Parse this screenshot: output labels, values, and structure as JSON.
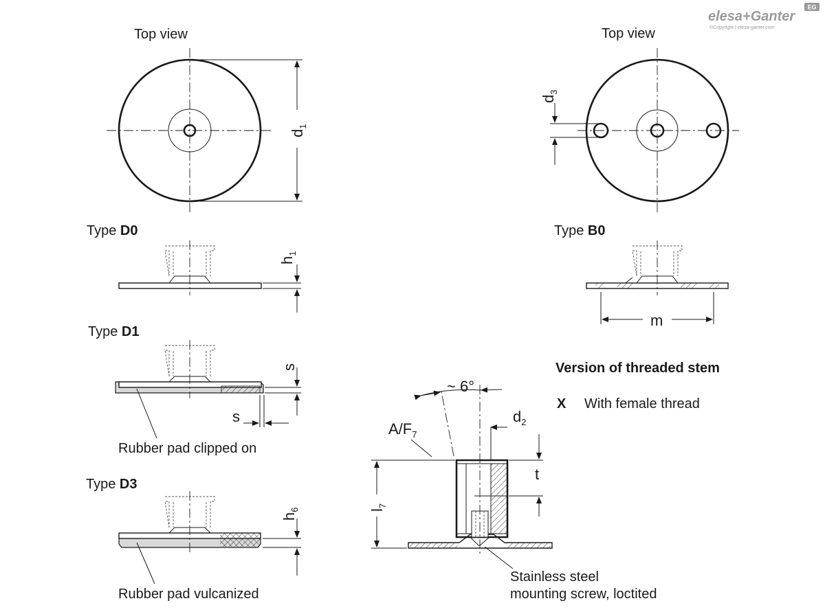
{
  "brand": {
    "logo_text": "elesa+Ganter",
    "copyright": "©Copyright | elesa-ganter.com",
    "badge": "EG"
  },
  "views": {
    "top_view_left": "Top view",
    "top_view_right": "Top view"
  },
  "types": {
    "d0_prefix": "Type ",
    "d0_code": "D0",
    "b0_prefix": "Type ",
    "b0_code": "B0",
    "d1_prefix": "Type ",
    "d1_code": "D1",
    "d3_prefix": "Type ",
    "d3_code": "D3"
  },
  "dimensions": {
    "d1": "d",
    "d1_sub": "1",
    "d3": "d",
    "d3_sub": "3",
    "h1": "h",
    "h1_sub": "1",
    "m": "m",
    "s_top": "s",
    "s_bottom": "s",
    "h6": "h",
    "h6_sub": "6",
    "angle": "~ 6°",
    "af": "A/F",
    "af_sub": "7",
    "d2": "d",
    "d2_sub": "2",
    "t": "t",
    "l7": "l",
    "l7_sub": "7"
  },
  "notes": {
    "rubber_clipped": "Rubber pad clipped on",
    "rubber_vulcanized": "Rubber pad vulcanized",
    "screw_line1": "Stainless steel",
    "screw_line2": "mounting screw, loctited"
  },
  "stem_version": {
    "title": "Version of threaded stem",
    "code": "X",
    "description": "With female thread"
  }
}
